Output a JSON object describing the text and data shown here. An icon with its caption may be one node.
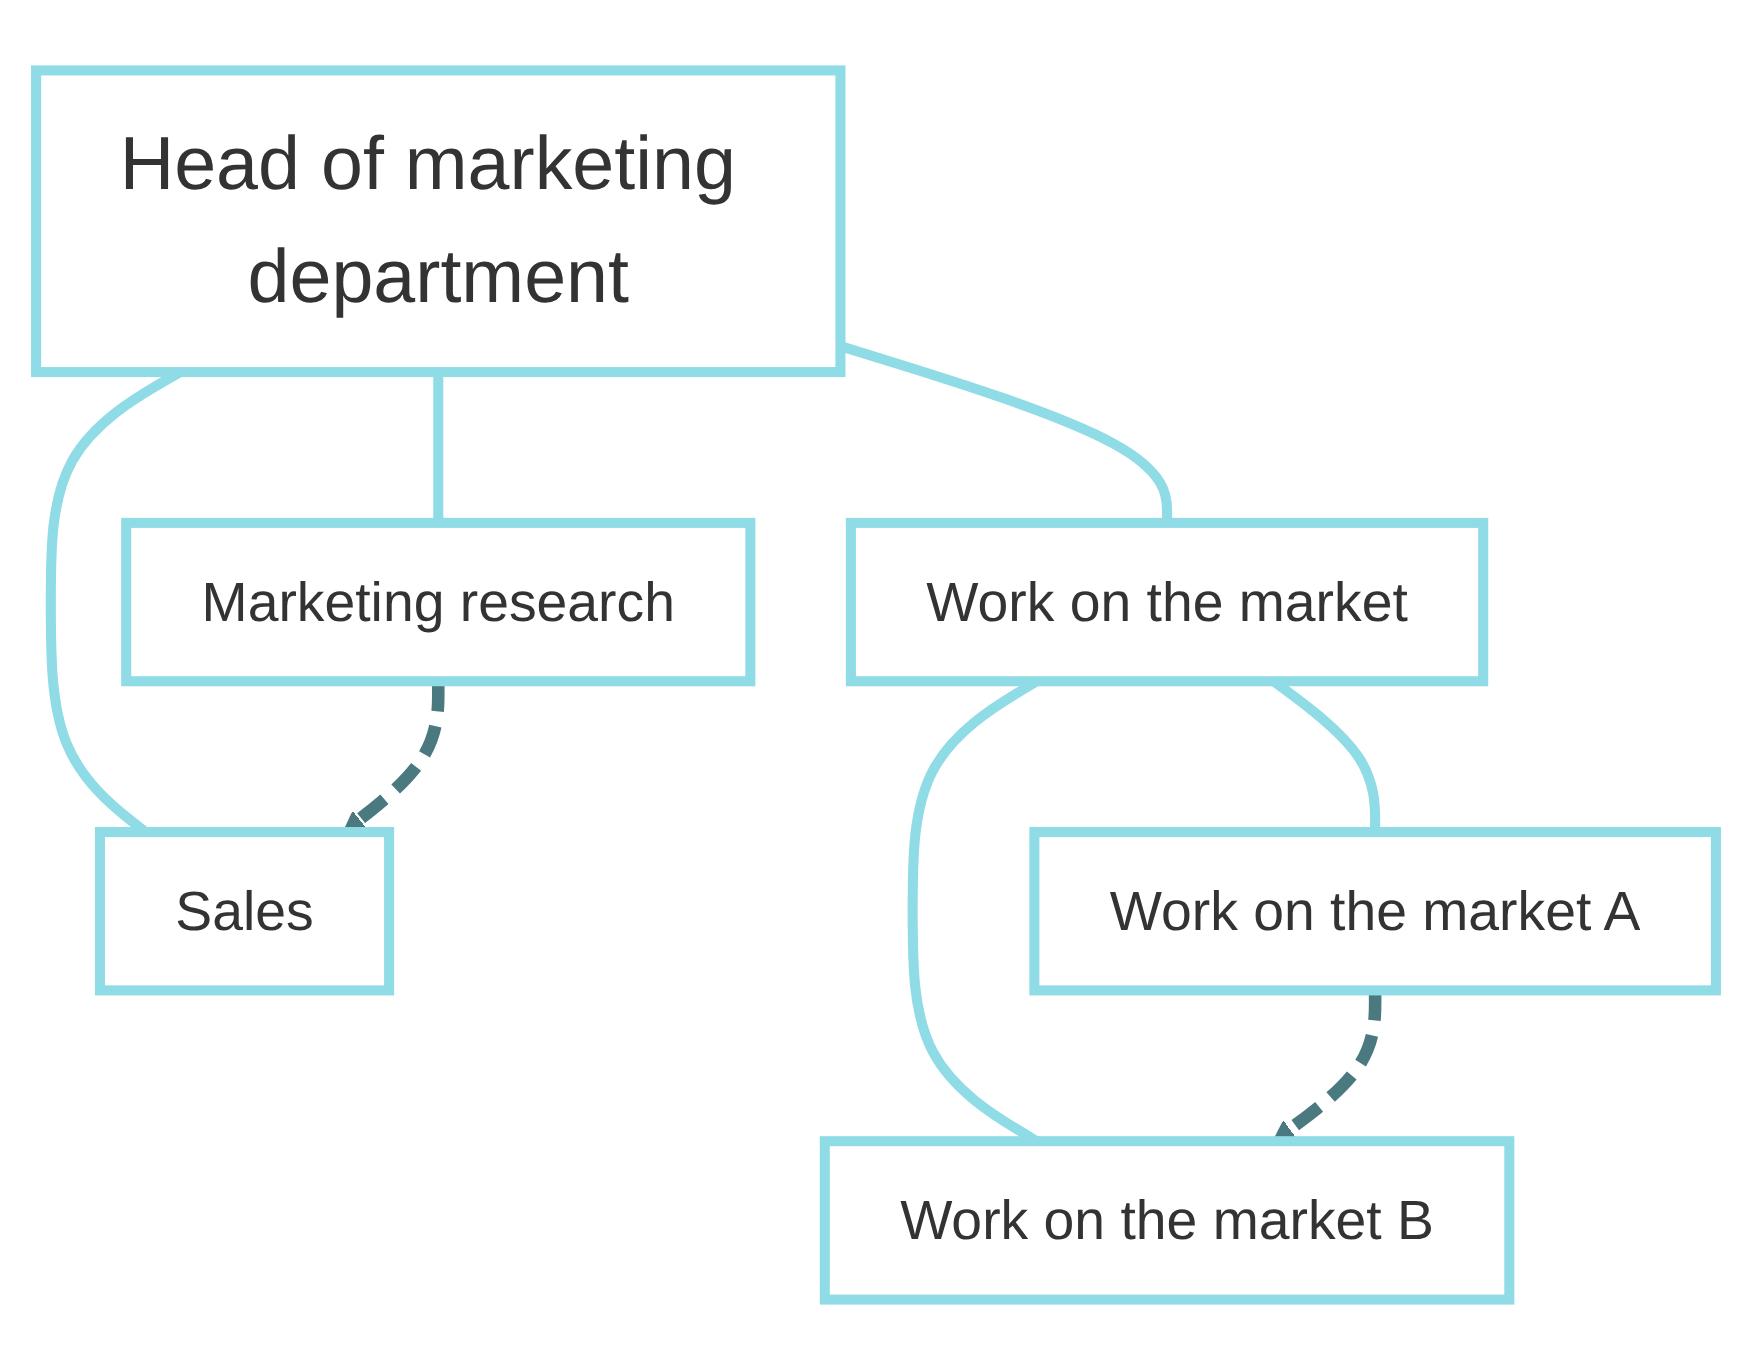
{
  "diagram": {
    "nodes": [
      {
        "text": [
          "Head of marketing department"
        ]
      },
      {
        "text": [
          "Marketing research"
        ]
      },
      {
        "text": [
          "Sales"
        ]
      },
      {
        "text": [
          "Work on the market"
        ]
      },
      {
        "text": [
          "Work on the market A"
        ]
      },
      {
        "text": [
          "Work on the market B"
        ]
      }
    ],
    "edges": [
      {
        "from": 0,
        "to": 1,
        "arrow": "none"
      },
      {
        "from": 0,
        "to": 2,
        "arrow": "none"
      },
      {
        "from": 0,
        "to": 3,
        "arrow": "none"
      },
      {
        "from": 3,
        "to": 4,
        "arrow": "none"
      },
      {
        "from": 3,
        "to": 5,
        "arrow": "none"
      },
      {
        "from": 1,
        "to": 2,
        "arrow": "to",
        "style": "dashed",
        "color": "#4a7a80"
      },
      {
        "from": 4,
        "to": 5,
        "arrow": "to",
        "style": "dashed",
        "color": "#4a7a80"
      }
    ]
  }
}
